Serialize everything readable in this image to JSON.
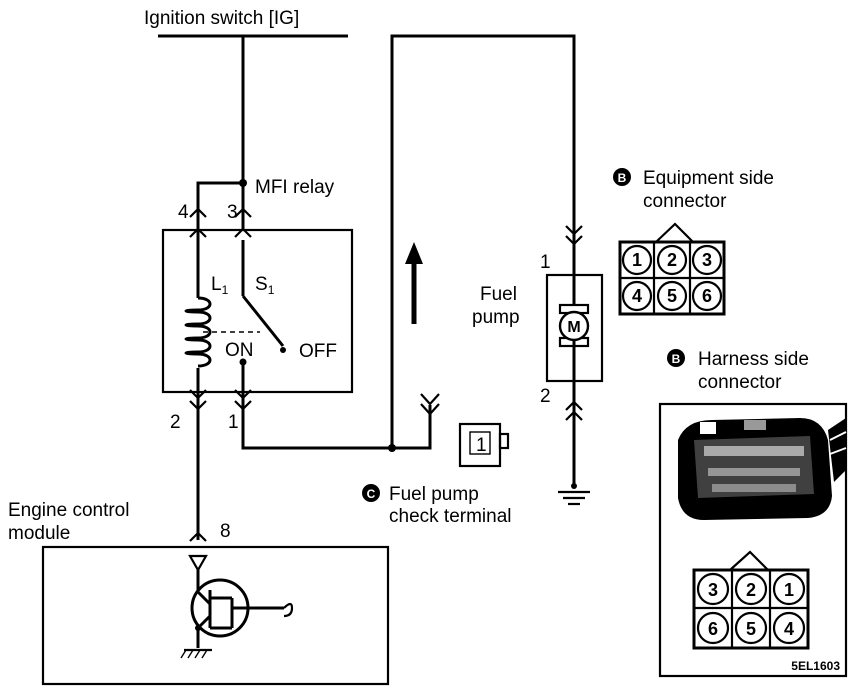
{
  "labels": {
    "ignition": "Ignition switch [IG]",
    "mfi_relay": "MFI relay",
    "fuel_pump_l1": "Fuel",
    "fuel_pump_l2": "pump",
    "equip_l1": "Equipment side",
    "equip_l2": "connector",
    "harness_l1": "Harness side",
    "harness_l2": "connector",
    "check_l1": "Fuel pump",
    "check_l2": "check terminal",
    "ecm_l1": "Engine control",
    "ecm_l2": "module",
    "ref_code": "5EL1603"
  },
  "relay": {
    "pin_4": "4",
    "pin_3": "3",
    "pin_2": "2",
    "pin_1": "1",
    "coil": "L",
    "coil_sub": "1",
    "switch": "S",
    "switch_sub": "1",
    "on": "ON",
    "off": "OFF"
  },
  "pump": {
    "pin_1": "1",
    "pin_2": "2",
    "motor": "M"
  },
  "ecm": {
    "pin": "8"
  },
  "markers": {
    "equipment": "B",
    "harness": "B",
    "check": "C"
  },
  "check_terminal_pin": "1",
  "equipment_connector": [
    "1",
    "2",
    "3",
    "4",
    "5",
    "6"
  ],
  "harness_connector": [
    "3",
    "2",
    "1",
    "6",
    "5",
    "4"
  ]
}
